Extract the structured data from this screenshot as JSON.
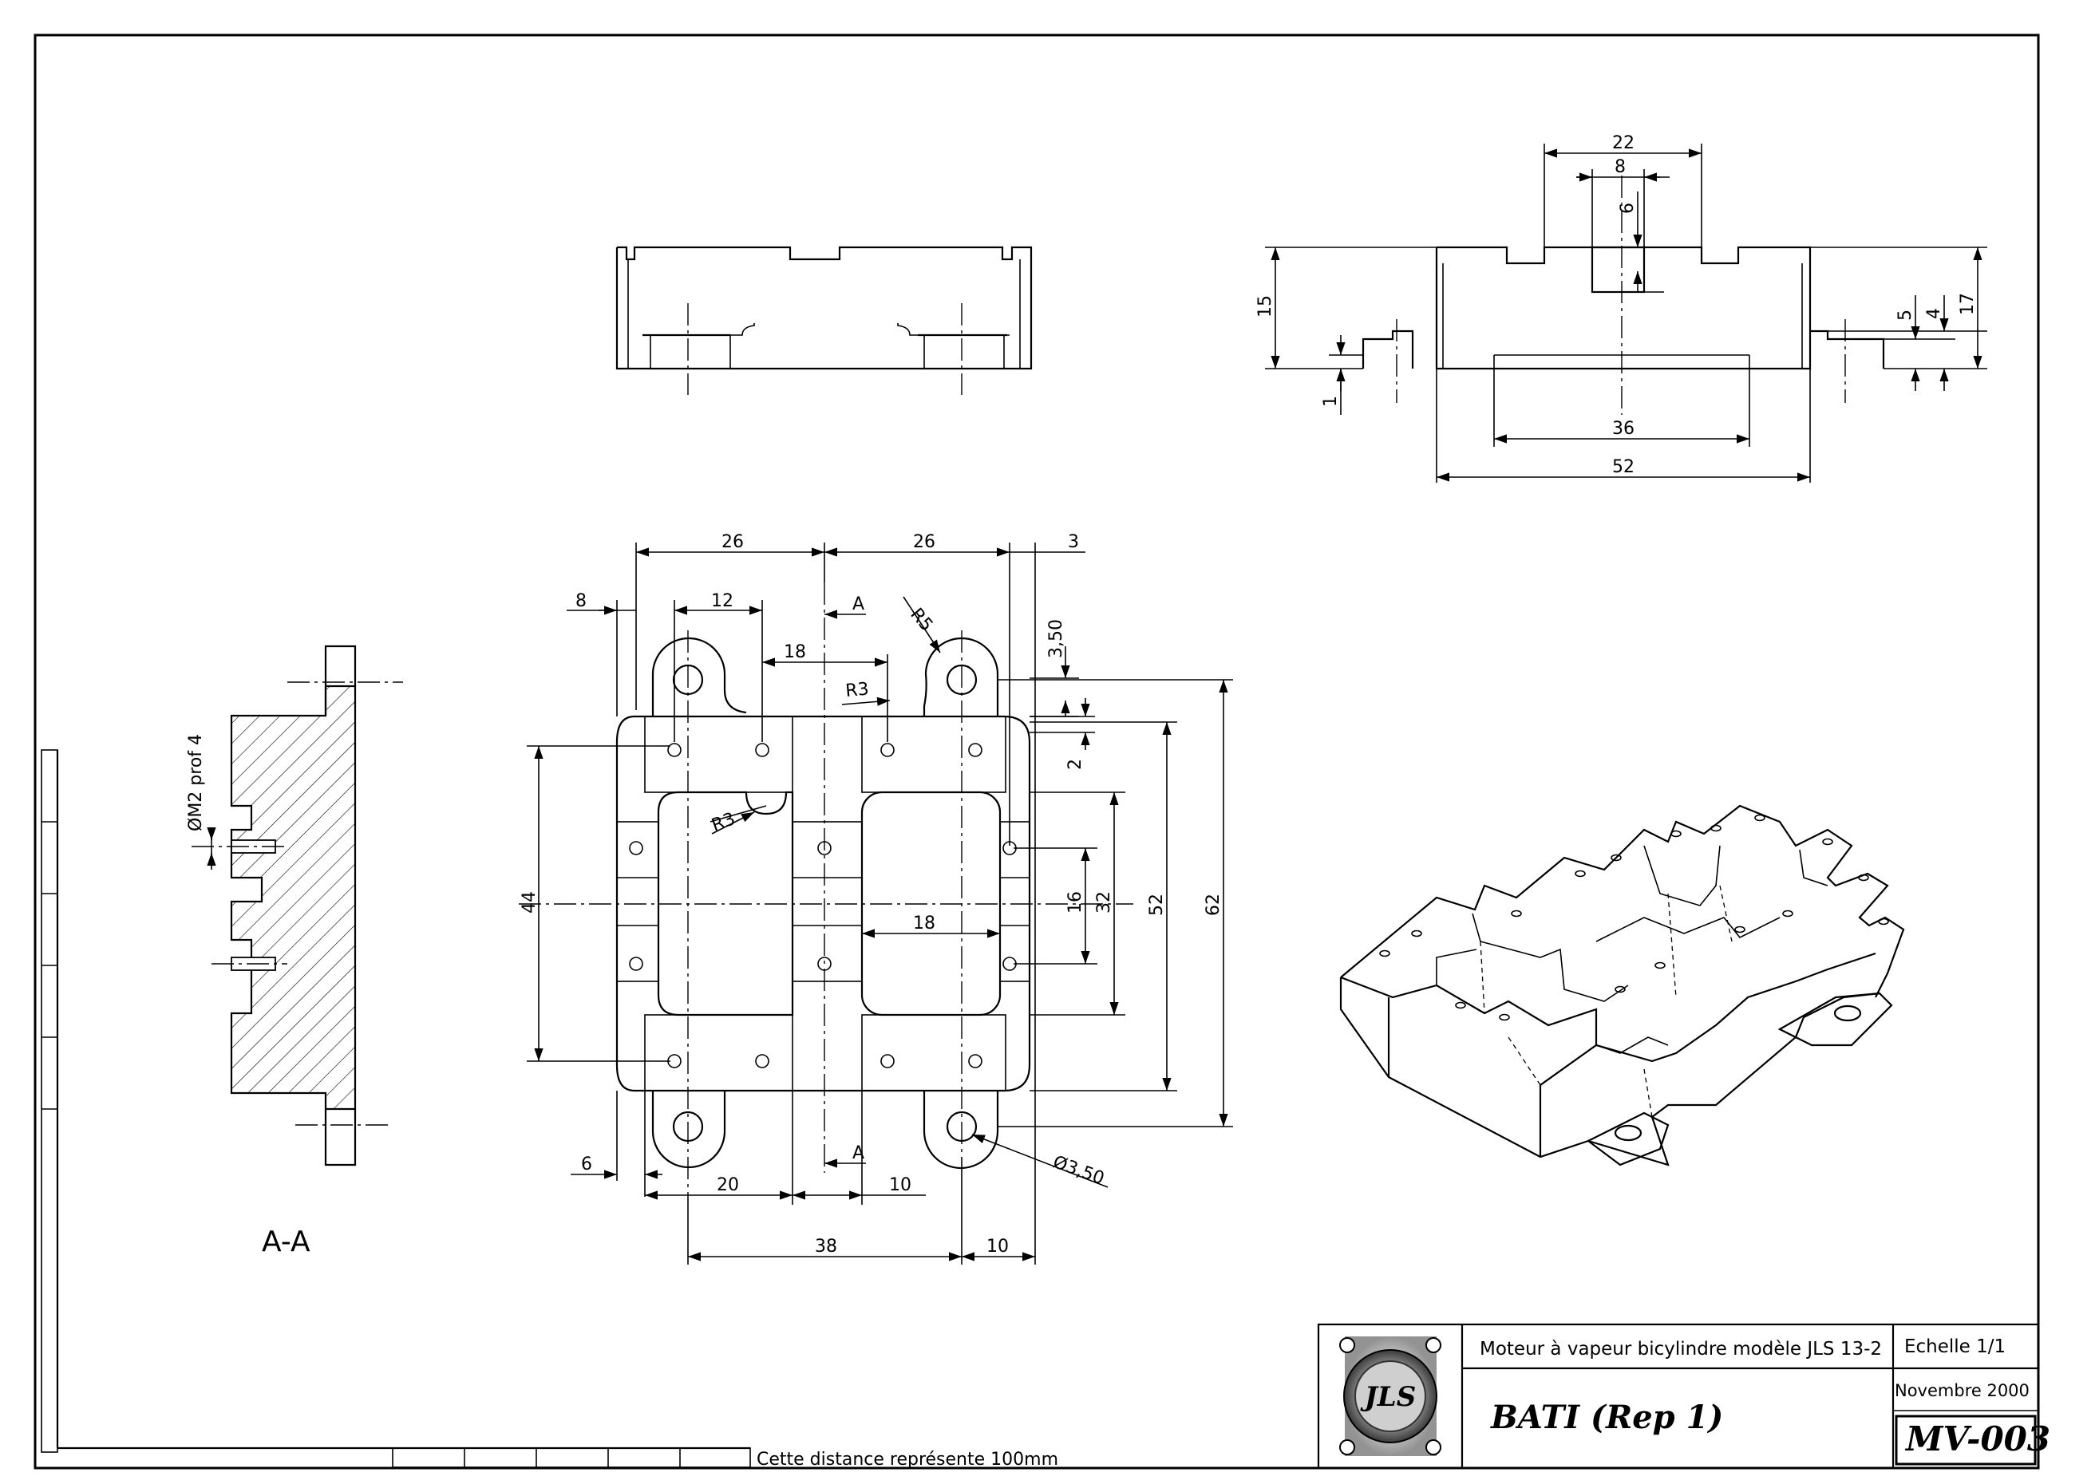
{
  "drawing": {
    "title_block": {
      "project": "Moteur à vapeur bicylindre modèle JLS 13-2",
      "part_name": "BATI (Rep 1)",
      "scale": "Echelle 1/1",
      "date": "Novembre 2000",
      "reference": "MV-003"
    },
    "scale_note": "Cette distance représente 100mm",
    "section_label": "A-A",
    "section_markers": [
      "A",
      "A"
    ],
    "thread_note": "ØM2 prof 4",
    "top_view_dims": {
      "d26a": "26",
      "d26b": "26",
      "d3": "3",
      "d8": "8",
      "d12": "12",
      "d18a": "18",
      "r5": "R5",
      "r3a": "R3",
      "r3b": "R3",
      "d350v": "3,50",
      "d2": "2",
      "d44": "44",
      "d16": "16",
      "d32": "32",
      "d52": "52",
      "d62": "62",
      "d18b": "18",
      "d6": "6",
      "d20": "20",
      "d10a": "10",
      "d38": "38",
      "d10b": "10",
      "dia350": "Ø3,50"
    },
    "side_view_dims": {
      "d22": "22",
      "d8": "8",
      "d6": "6",
      "d15": "15",
      "d1": "1",
      "d5": "5",
      "d4": "4",
      "d17": "17",
      "d36": "36",
      "d52": "52"
    },
    "logo": {
      "lettering": "JLS"
    }
  }
}
